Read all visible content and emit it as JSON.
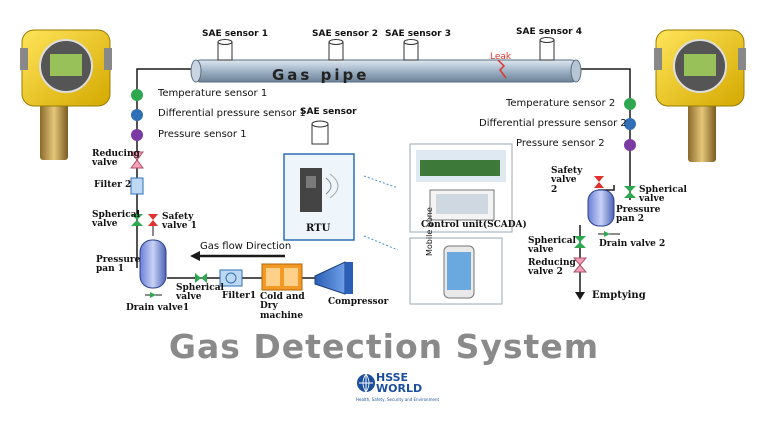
{
  "title": "Gas Detection System",
  "pipe": {
    "label": "Gas pipe",
    "leak": "Leak"
  },
  "sensors": {
    "sae1": "SAE sensor 1",
    "sae2": "SAE sensor 2",
    "sae3": "SAE sensor 3",
    "sae4": "SAE sensor 4",
    "sae_rtu": "SAE sensor"
  },
  "left_chain": {
    "temp": "Temperature sensor 1",
    "diff": "Differential pressure sensor 1",
    "press": "Pressure sensor 1",
    "reducing": "Reducing valve",
    "filter2": "Filter 2",
    "spherical": "Spherical valve",
    "safety": "Safety valve 1",
    "pan": "Pressure pan 1",
    "drain": "Drain valve1",
    "spherical_bottom": "Spherical valve",
    "filter1": "Filter1",
    "cold": "Cold and Dry machine",
    "compressor": "Compressor",
    "flow": "Gas flow Direction"
  },
  "right_chain": {
    "temp": "Temperature sensor 2",
    "diff": "Differential pressure sensor 2",
    "press": "Pressure sensor 2",
    "safety": "Safety valve 2",
    "spherical_top": "Spherical valve",
    "pan": "Pressure pan 2",
    "drain": "Drain valve 2",
    "spherical": "Spherical valve",
    "reducing": "Reducing valve 2",
    "emptying": "Emptying"
  },
  "center": {
    "rtu": "RTU",
    "control": "Control unit(SCADA)",
    "mobile": "Mobile pone"
  },
  "logo": {
    "name": "HSSE WORLD",
    "tagline": "Health, Safety, Security and Environment"
  },
  "colors": {
    "pipe": "#9fb3c7",
    "green": "#2ea84f",
    "blue": "#2f6fb5",
    "purple": "#7b3aa3",
    "line": "#1a1a1a",
    "title": "#8a8a8a",
    "leak": "#e0332f"
  }
}
